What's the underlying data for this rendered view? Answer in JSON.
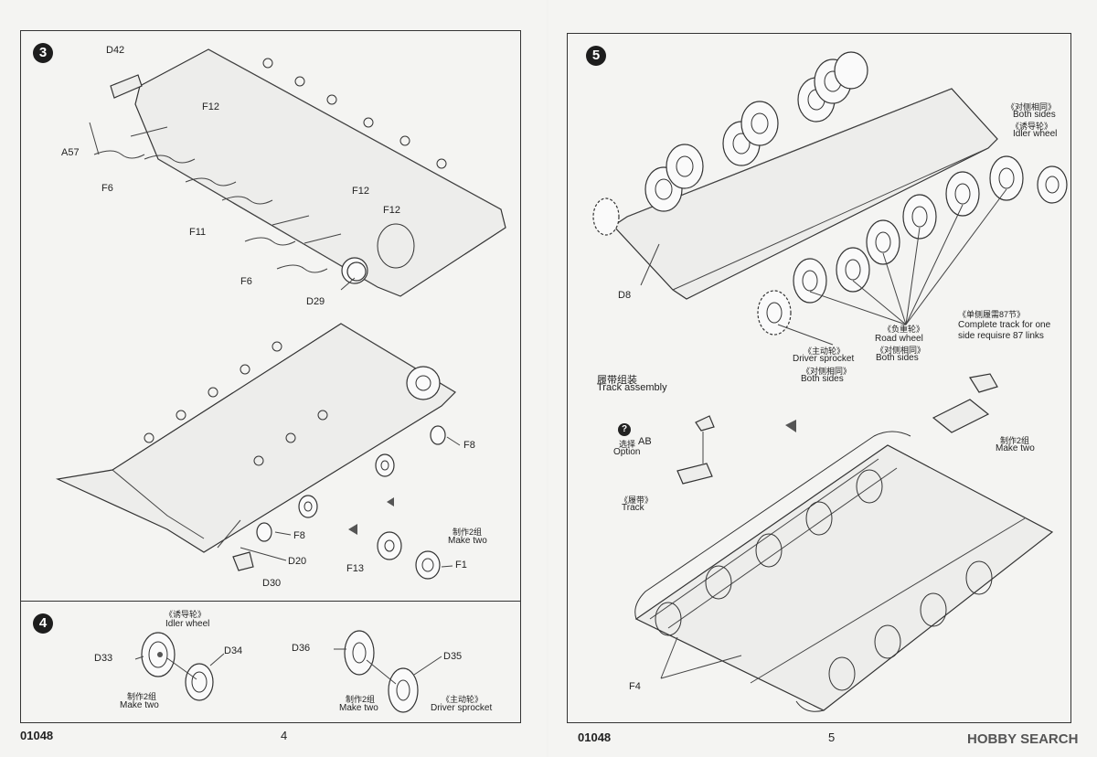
{
  "left_page": {
    "step3": {
      "number": "3",
      "labels": {
        "d42": "D42",
        "a57": "A57",
        "f12a": "F12",
        "f6a": "F6",
        "f11": "F11",
        "f12b": "F12",
        "f12c": "F12",
        "f6b": "F6",
        "d29": "D29",
        "f8a": "F8",
        "f8b": "F8",
        "d20": "D20",
        "d30": "D30",
        "f13": "F13",
        "f1": "F1",
        "make_two_cn": "制作2组",
        "make_two": "Make two"
      }
    },
    "step4": {
      "number": "4",
      "idler_cn": "《诱导轮》",
      "idler": "Idler wheel",
      "d33": "D33",
      "d34": "D34",
      "make_two_cn_a": "制作2组",
      "make_two_a": "Make two",
      "d36": "D36",
      "d35": "D35",
      "make_two_cn_b": "制作2组",
      "make_two_b": "Make two",
      "sprocket_cn": "《主动轮》",
      "sprocket": "Driver sprocket"
    },
    "footer": {
      "code": "01048",
      "page": "4"
    }
  },
  "right_page": {
    "step5": {
      "number": "5",
      "both_sides_cn_a": "《对侧相同》",
      "both_sides_a": "Both sides",
      "idler_cn": "《诱导轮》",
      "idler": "Idler wheel",
      "d8": "D8",
      "sprocket_cn": "《主动轮》",
      "sprocket": "Driver sprocket",
      "both_sides_cn_b": "《对侧相同》",
      "both_sides_b": "Both sides",
      "road_cn": "《负重轮》",
      "road": "Road wheel",
      "both_sides_cn_c": "《对侧相同》",
      "both_sides_c": "Both sides",
      "track_note_cn": "《单侧履需87节》",
      "track_note_1": "Complete track for one",
      "track_note_2": "side requisre 87 links",
      "track_asm_cn": "履带组装",
      "track_asm": "Track assembly",
      "option_icon": "?",
      "option_cn": "选择",
      "option": "Option",
      "ab": "AB",
      "track_cn": "《履带》",
      "track": "Track",
      "make_two_cn": "制作2组",
      "make_two": "Make two",
      "f4": "F4"
    },
    "footer": {
      "code": "01048",
      "page": "5",
      "watermark": "HOBBY SEARCH"
    }
  }
}
